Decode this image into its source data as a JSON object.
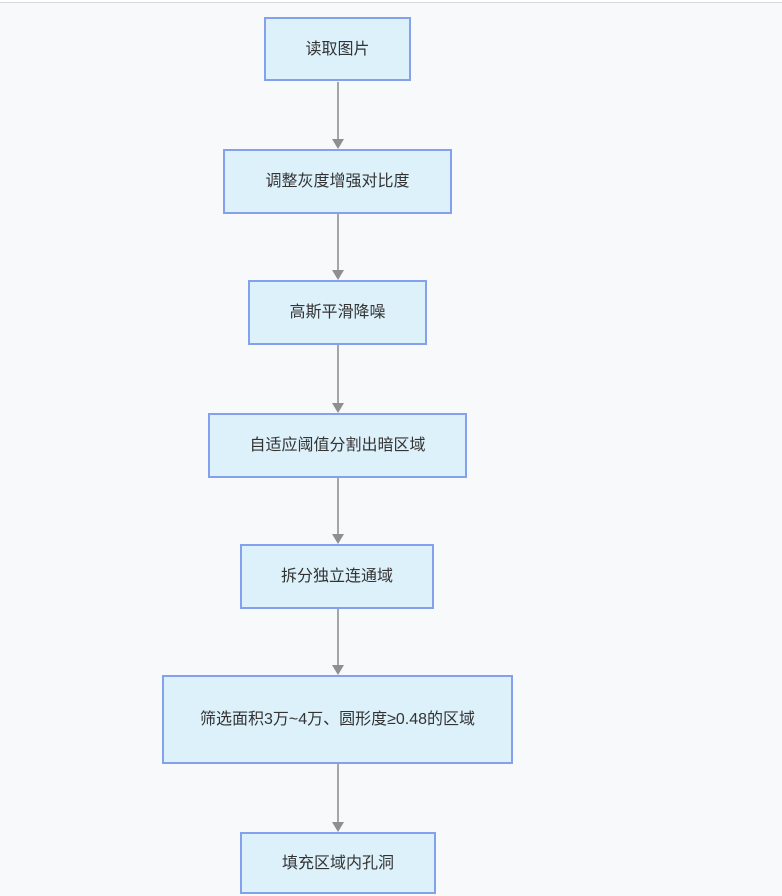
{
  "page": {
    "background_color": "#f8f9fa",
    "top_border_color": "#d8dadc"
  },
  "flowchart": {
    "type": "vertical-flowchart",
    "node_fill_color": "#ddf1fb",
    "node_border_color": "#84a1ee",
    "node_text_color": "#333333",
    "connector_color": "#a6a6a6",
    "nodes": [
      {
        "id": "read-image",
        "label": "读取图片"
      },
      {
        "id": "adjust-grayscale-contrast",
        "label": "调整灰度增强对比度"
      },
      {
        "id": "gaussian-smoothing",
        "label": "高斯平滑降噪"
      },
      {
        "id": "adaptive-threshold-dark-regions",
        "label": "自适应阈值分割出暗区域"
      },
      {
        "id": "split-connected-components",
        "label": "拆分独立连通域"
      },
      {
        "id": "filter-regions",
        "label": "筛选面积3万~4万、圆形度≥0.48的区域"
      },
      {
        "id": "fill-holes",
        "label": "填充区域内孔洞"
      }
    ],
    "edges": [
      {
        "from": "read-image",
        "to": "adjust-grayscale-contrast"
      },
      {
        "from": "adjust-grayscale-contrast",
        "to": "gaussian-smoothing"
      },
      {
        "from": "gaussian-smoothing",
        "to": "adaptive-threshold-dark-regions"
      },
      {
        "from": "adaptive-threshold-dark-regions",
        "to": "split-connected-components"
      },
      {
        "from": "split-connected-components",
        "to": "filter-regions"
      },
      {
        "from": "filter-regions",
        "to": "fill-holes"
      }
    ]
  }
}
